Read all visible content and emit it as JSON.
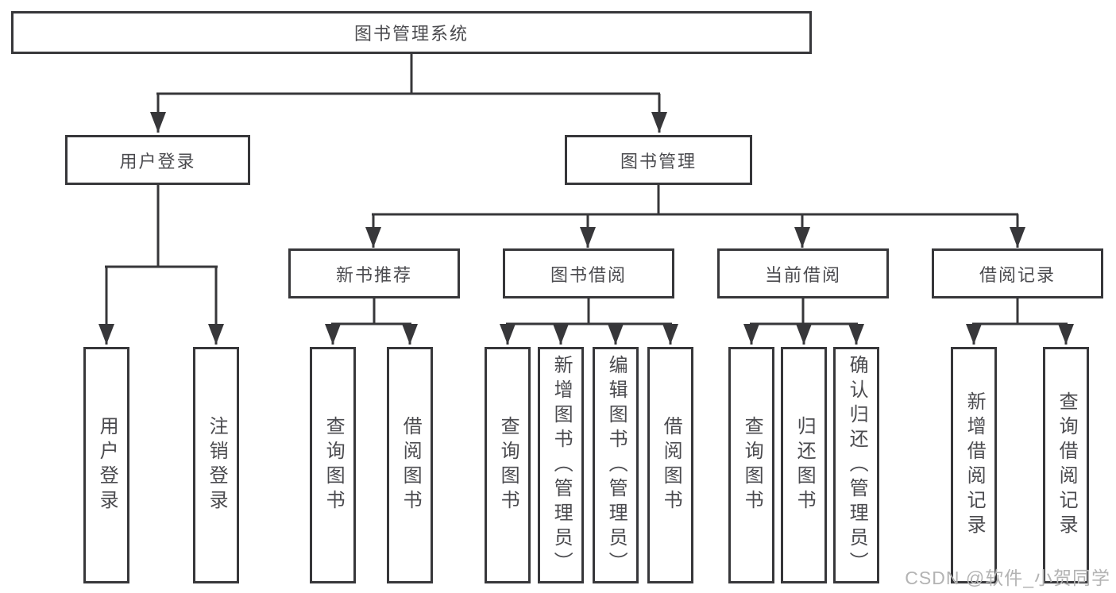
{
  "diagram": {
    "type": "tree",
    "root": {
      "label": "图书管理系统"
    },
    "level2": {
      "user_login": {
        "label": "用户登录"
      },
      "book_management": {
        "label": "图书管理"
      }
    },
    "level3": {
      "new_book_recommend": {
        "label": "新书推荐"
      },
      "book_borrowing": {
        "label": "图书借阅"
      },
      "current_borrowing": {
        "label": "当前借阅"
      },
      "borrowing_records": {
        "label": "借阅记录"
      }
    },
    "leaves": {
      "user_login": [
        "用户登录",
        "注销登录"
      ],
      "new_book_recommend": [
        "查询图书",
        "借阅图书"
      ],
      "book_borrowing": [
        "查询图书",
        "新增图书（管理员）",
        "编辑图书（管理员）",
        "借阅图书"
      ],
      "current_borrowing": [
        "查询图书",
        "归还图书",
        "确认归还（管理员）"
      ],
      "borrowing_records": [
        "新增借阅记录",
        "查询借阅记录"
      ]
    }
  },
  "watermark": "CSDN @软件_小贺同学",
  "colors": {
    "line": "#37373a",
    "text": "#4b4b4f",
    "background": "#ffffff",
    "watermark": "#b3b3b3"
  }
}
